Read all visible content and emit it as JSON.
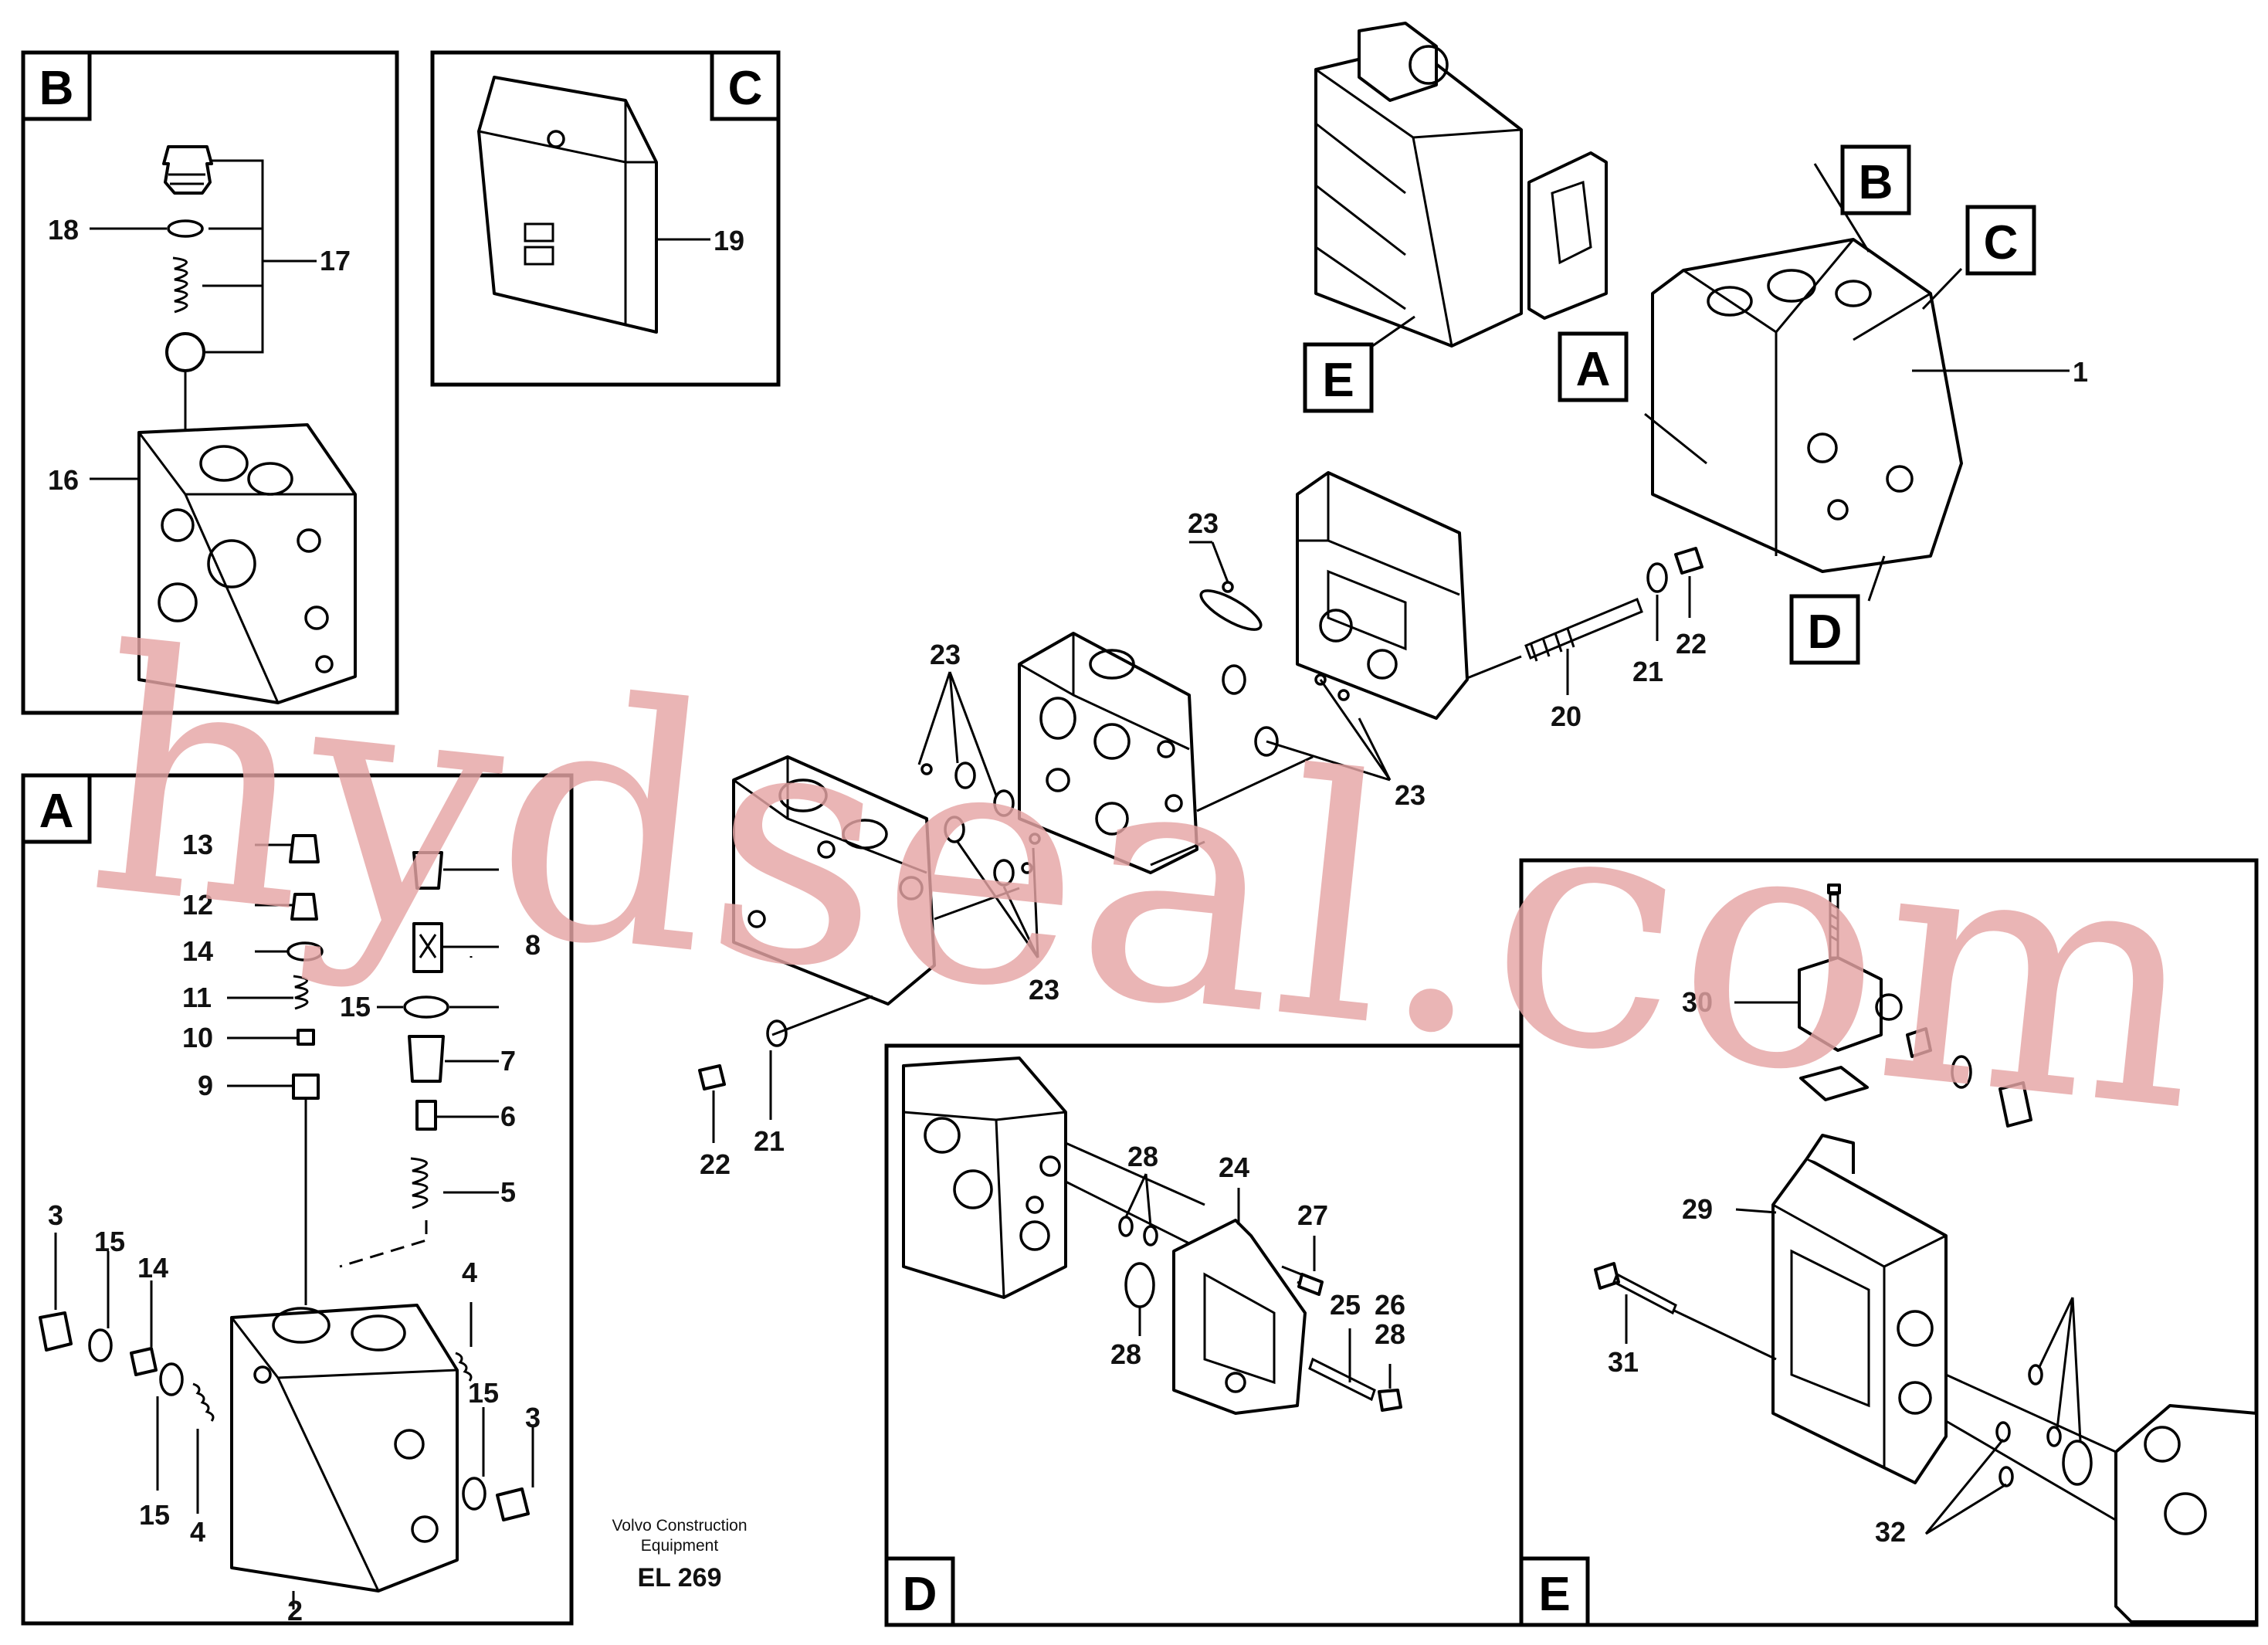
{
  "figure": {
    "panel_labels": {
      "A": "A",
      "B": "B",
      "C": "C",
      "D": "D",
      "E": "E"
    },
    "callouts": {
      "n1": "1",
      "n2": "2",
      "n3": "3",
      "n4": "4",
      "n5": "5",
      "n6": "6",
      "n7": "7",
      "n8": "8",
      "n9": "9",
      "n10": "10",
      "n11": "11",
      "n12": "12",
      "n13": "13",
      "n14": "14",
      "n15": "15",
      "n16": "16",
      "n17": "17",
      "n18": "18",
      "n19": "19",
      "n20": "20",
      "n21": "21",
      "n22": "22",
      "n23": "23",
      "n24": "24",
      "n25": "25",
      "n26": "26",
      "n27": "27",
      "n28": "28",
      "n29": "29",
      "n30": "30",
      "n31": "31",
      "n32": "32"
    },
    "footer": {
      "line1": "Volvo Construction",
      "line2": "Equipment",
      "code": "EL 269"
    }
  },
  "watermark": {
    "text": "hydseal.com"
  },
  "colors": {
    "ink": "#000000",
    "watermark": "#e6a5a5",
    "paper": "#ffffff"
  }
}
